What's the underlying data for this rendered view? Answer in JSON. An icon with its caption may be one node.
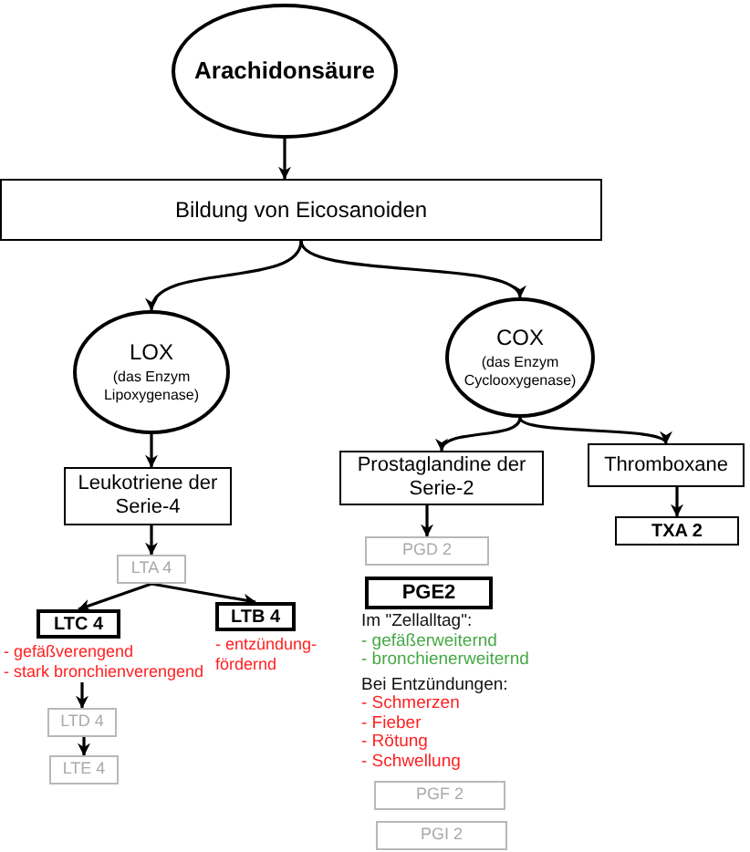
{
  "diagram": {
    "nodes": [
      {
        "text": [
          "Arachidonsäure"
        ]
      },
      {
        "text": [
          "Bildung von Eicosanoiden"
        ]
      },
      {
        "text": [
          "LOX",
          "(das Enzym Lipoxygenase)"
        ]
      },
      {
        "text": [
          "COX",
          "(das Enzym Cyclooxygenase)"
        ]
      },
      {
        "text": [
          "Leukotriene der Serie-4"
        ]
      },
      {
        "text": [
          "Prostaglandine der Serie-2"
        ]
      },
      {
        "text": [
          "Thromboxane"
        ]
      },
      {
        "text": [
          "LTA 4"
        ]
      },
      {
        "text": [
          "PGD 2"
        ]
      },
      {
        "text": [
          "TXA 2"
        ]
      },
      {
        "text": [
          "LTC 4"
        ],
        "beside": [
          "- gefäßverengend",
          "- stark bronchienverengend"
        ]
      },
      {
        "text": [
          "LTB 4"
        ],
        "beside": [
          "- entzündung- fördernd"
        ]
      },
      {
        "text": [
          "PGE2"
        ],
        "beside": [
          "Im \"Zellalltag\":",
          "- gefäßerweiternd",
          "- bronchienerweiternd",
          "Bei Entzündungen:",
          "- Schmerzen",
          "- Fieber",
          "- Rötung",
          "- Schwellung"
        ]
      },
      {
        "text": [
          "LTD 4"
        ]
      },
      {
        "text": [
          "LTE 4"
        ]
      },
      {
        "text": [
          "PGF 2"
        ]
      },
      {
        "text": [
          "PGI 2"
        ]
      }
    ],
    "edges": [
      {
        "from": 0,
        "to": 1,
        "arrow": "to"
      },
      {
        "from": 1,
        "to": 2,
        "arrow": "to"
      },
      {
        "from": 1,
        "to": 3,
        "arrow": "to"
      },
      {
        "from": 2,
        "to": 4,
        "arrow": "to"
      },
      {
        "from": 3,
        "to": 5,
        "arrow": "to"
      },
      {
        "from": 3,
        "to": 6,
        "arrow": "to"
      },
      {
        "from": 4,
        "to": 7,
        "arrow": "to"
      },
      {
        "from": 5,
        "to": 8,
        "arrow": "to"
      },
      {
        "from": 6,
        "to": 9,
        "arrow": "to"
      },
      {
        "from": 7,
        "to": 10,
        "arrow": "to"
      },
      {
        "from": 7,
        "to": 11,
        "arrow": "to"
      },
      {
        "from": 10,
        "to": 13,
        "arrow": "to"
      },
      {
        "from": 13,
        "to": 14,
        "arrow": "to"
      }
    ]
  }
}
